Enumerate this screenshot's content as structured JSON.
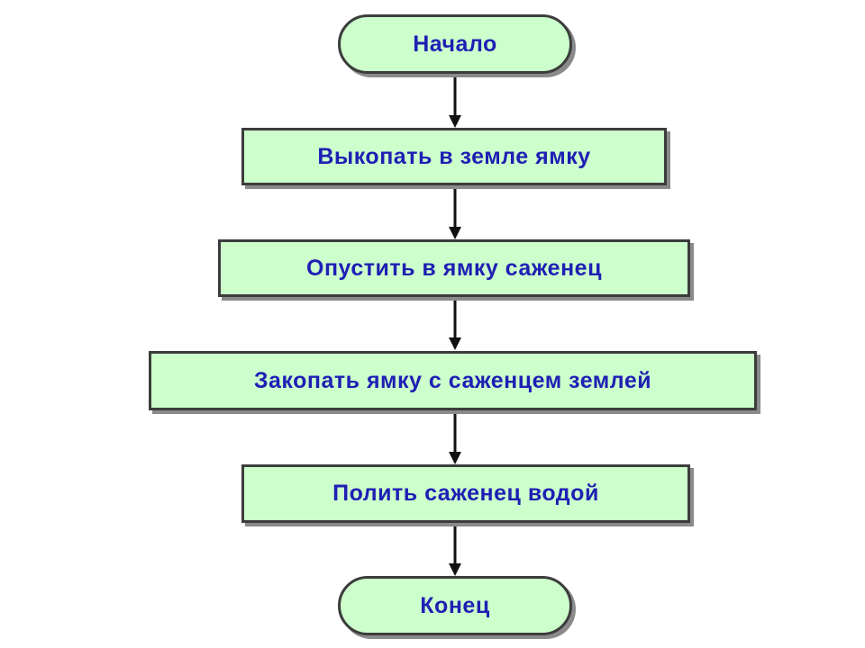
{
  "diagram": {
    "colors": {
      "fill": "#ccffcc",
      "text": "#1f1fb4",
      "border": "#3c3c3c",
      "arrow": "#111111"
    },
    "nodes": [
      {
        "id": "start",
        "kind": "terminal",
        "label": "Начало"
      },
      {
        "id": "step-1",
        "kind": "process",
        "label": "Выкопать в земле ямку"
      },
      {
        "id": "step-2",
        "kind": "process",
        "label": "Опустить в ямку саженец"
      },
      {
        "id": "step-3",
        "kind": "process",
        "label": "Закопать ямку с саженцем землей"
      },
      {
        "id": "step-4",
        "kind": "process",
        "label": "Полить саженец водой"
      },
      {
        "id": "end",
        "kind": "terminal",
        "label": "Конец"
      }
    ],
    "edges": [
      {
        "from": "start",
        "to": "step-1"
      },
      {
        "from": "step-1",
        "to": "step-2"
      },
      {
        "from": "step-2",
        "to": "step-3"
      },
      {
        "from": "step-3",
        "to": "step-4"
      },
      {
        "from": "step-4",
        "to": "end"
      }
    ]
  }
}
